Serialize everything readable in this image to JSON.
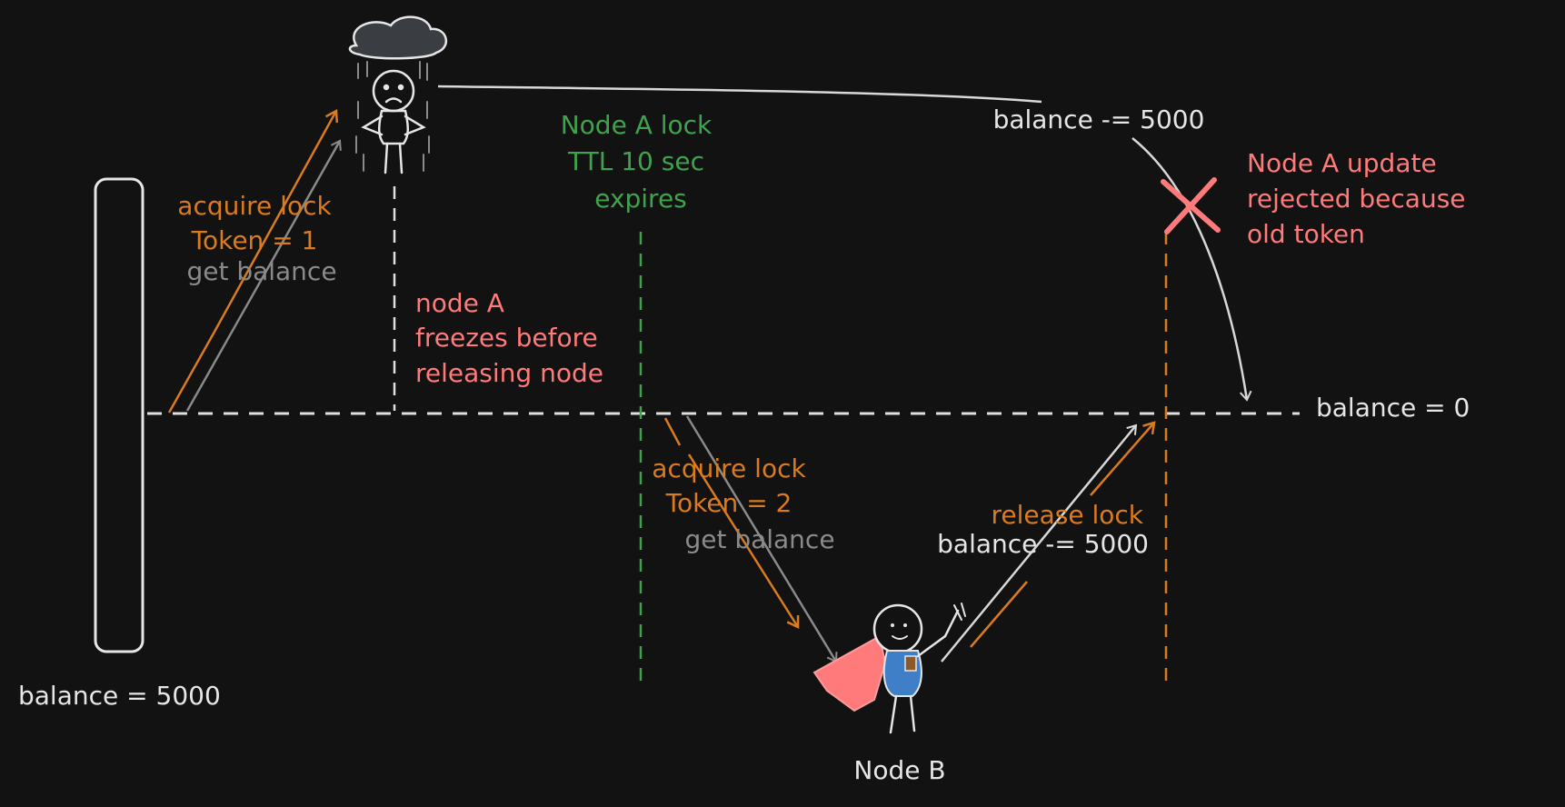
{
  "colors": {
    "background": "#121212",
    "white": "#e6e6e6",
    "orange": "#d97b1e",
    "gray": "#8a8a8a",
    "red": "#ff7a7a",
    "green": "#3fa34d",
    "blue": "#3f7fc7"
  },
  "labels": {
    "initial_balance": "balance = 5000",
    "timeline_balance": "balance = 0",
    "nodeA_acquire": "acquire lock",
    "nodeA_token": "Token = 1",
    "nodeA_get_balance": "get balance",
    "nodeA_update": "balance -= 5000",
    "freeze_note_line1": "node A",
    "freeze_note_line2": "freezes before",
    "freeze_note_line3": "releasing node",
    "ttl_line1": "Node A lock",
    "ttl_line2": "TTL 10 sec",
    "ttl_line3": "expires",
    "reject_line1": "Node A update",
    "reject_line2": "rejected because",
    "reject_line3": "old token",
    "nodeB_acquire": "acquire lock",
    "nodeB_token": "Token = 2",
    "nodeB_get_balance": "get balance",
    "nodeB_release": "release lock",
    "nodeB_update": "balance -= 5000",
    "nodeB_name": "Node B"
  },
  "icons": {
    "nodeA_figure": "sad-stick-figure-under-raincloud-icon",
    "nodeB_figure": "superhero-stick-figure-icon",
    "rejected": "red-x-cross-icon"
  }
}
